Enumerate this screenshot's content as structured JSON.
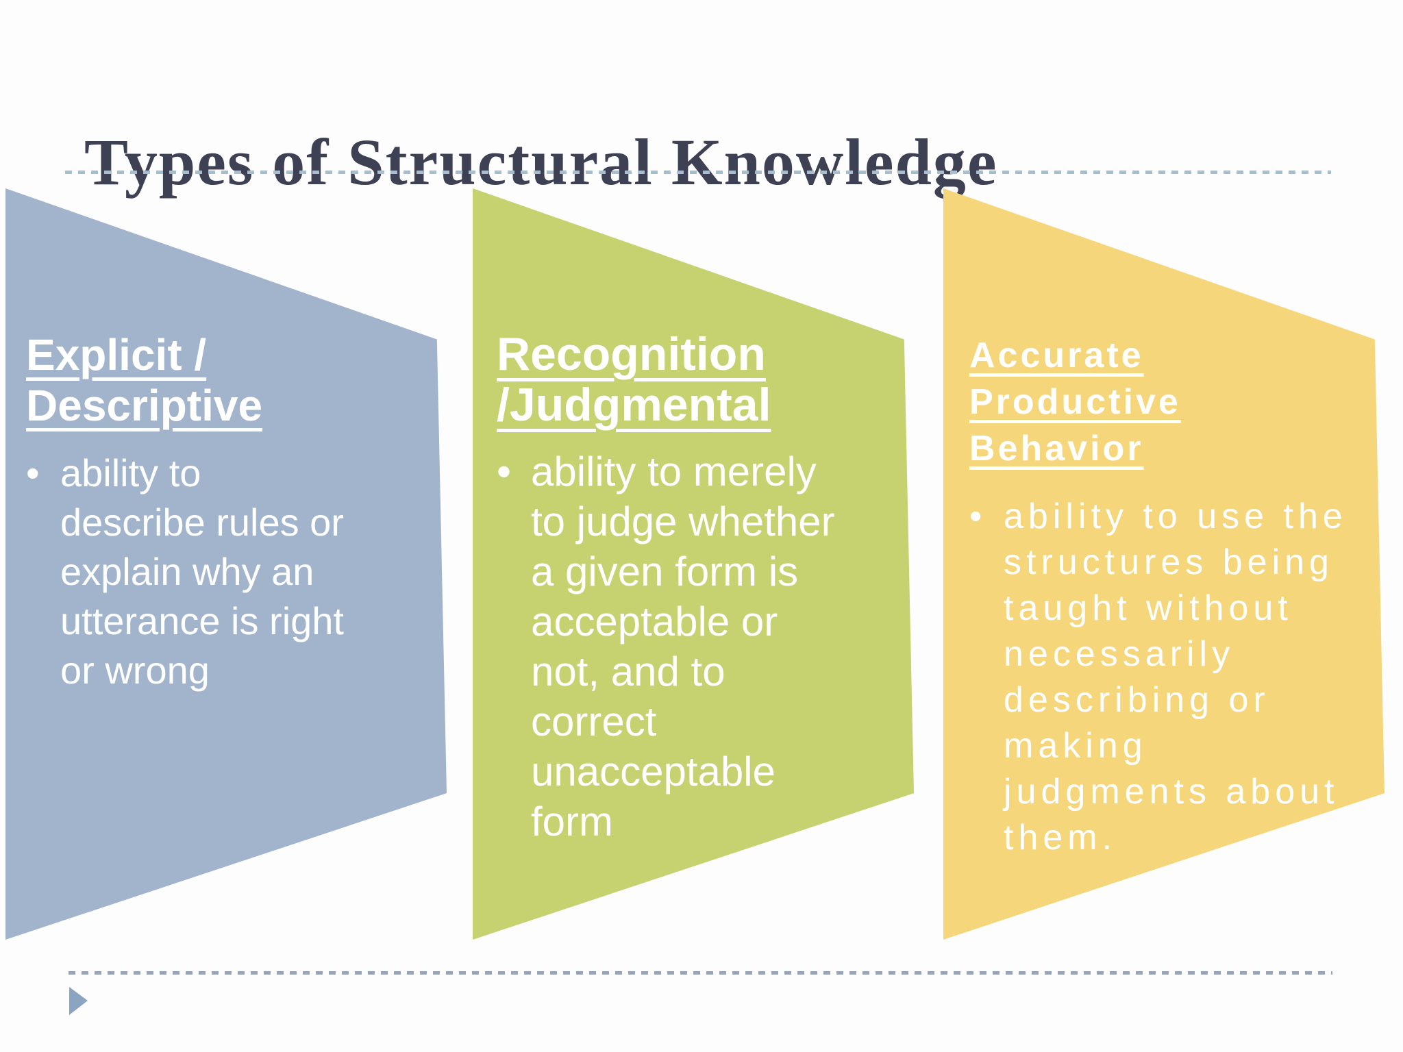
{
  "slide": {
    "title": "Types of Structural Knowledge",
    "bullet_glyph": "•",
    "panels": [
      {
        "id": "explicit-descriptive",
        "heading": "Explicit /\nDescriptive",
        "body": "ability to\ndescribe rules or\nexplain why an\nutterance is right\nor wrong",
        "color": "#a1b4cc"
      },
      {
        "id": "recognition-judgmental",
        "heading": "Recognition\n/Judgmental",
        "body": "ability to merely\nto judge whether\na given form is\nacceptable or\nnot, and to\ncorrect\nunacceptable\nform",
        "color": "#c6d170"
      },
      {
        "id": "accurate-productive-behavior",
        "heading": "Accurate\nProductive\nBehavior",
        "body": "ability to use the\nstructures being\ntaught without\nnecessarily\ndescribing or\nmaking\njudgments about\nthem.",
        "color": "#f6d67a"
      }
    ],
    "colors": {
      "title_text": "#3e4153",
      "panel_text": "#ffffff",
      "top_rule_dash": "#a4bed2",
      "bottom_rule_dash": "#98a4b7",
      "nav_arrow": "#8ba4c2",
      "background": "#fdfdfd"
    }
  }
}
